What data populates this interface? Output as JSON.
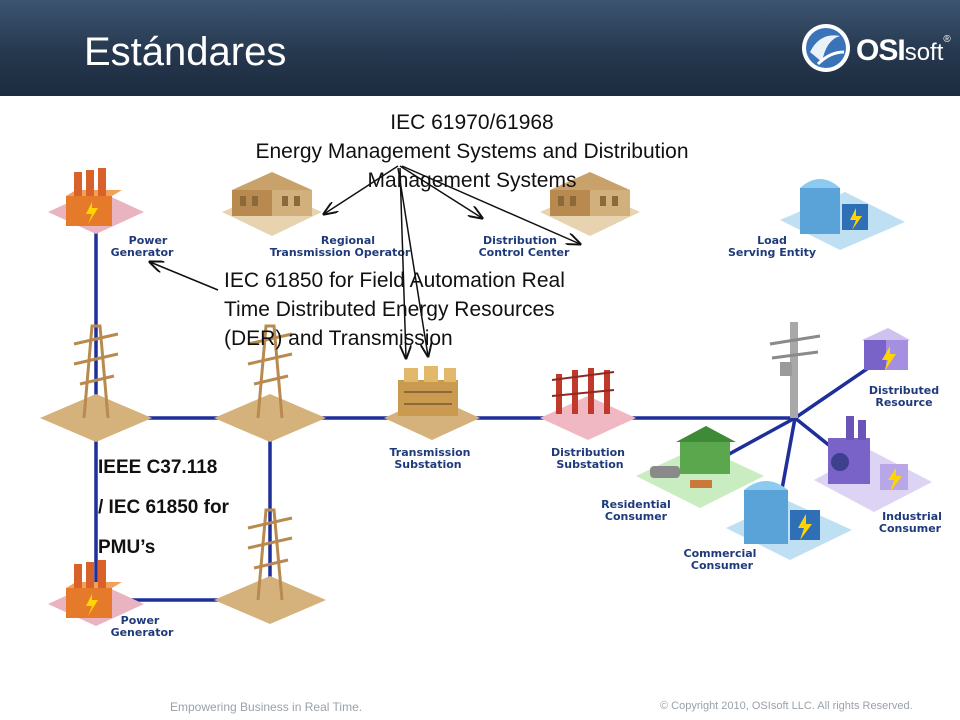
{
  "slide": {
    "title": "Estándares"
  },
  "logo": {
    "brand_bold": "OSI",
    "brand_rest": "soft",
    "reg_mark": "®"
  },
  "annotations": {
    "iec61970": [
      "IEC 61970/61968",
      "Energy Management Systems and Distribution",
      "Management Systems"
    ],
    "iec61850": [
      "IEC 61850 for Field Automation Real",
      "Time Distributed Energy Resources",
      "(DER) and Transmission"
    ],
    "ieee": [
      "IEEE C37.118",
      "/ IEC 61850 for",
      "PMU’s"
    ]
  },
  "nodes": {
    "power_generator_top": [
      "Power",
      "Generator"
    ],
    "regional_transmission_operator": [
      "Regional",
      "Transmission Operator"
    ],
    "distribution_control_center": [
      "Distribution",
      "Control Center"
    ],
    "load_serving_entity": [
      "Load",
      "Serving Entity"
    ],
    "transmission_substation": [
      "Transmission",
      "Substation"
    ],
    "distribution_substation": [
      "Distribution",
      "Substation"
    ],
    "distributed_resource": [
      "Distributed",
      "Resource"
    ],
    "residential_consumer": [
      "Residential",
      "Consumer"
    ],
    "industrial_consumer": [
      "Industrial",
      "Consumer"
    ],
    "commercial_consumer": [
      "Commercial",
      "Consumer"
    ],
    "power_generator_bottom": [
      "Power",
      "Generator"
    ]
  },
  "footer": {
    "left": "Empowering Business in Real Time.",
    "right": "© Copyright 2010, OSIsoft LLC. All rights Reserved."
  },
  "colors": {
    "header": "#26384f",
    "grid_line": "#1f2f9a",
    "label_blue": "#1f3a7a",
    "tan": "#c8a26a",
    "pink": "#e7a7b0",
    "blue_building": "#6fb6e6",
    "purple": "#b9a6e6",
    "green": "#77c26a"
  }
}
